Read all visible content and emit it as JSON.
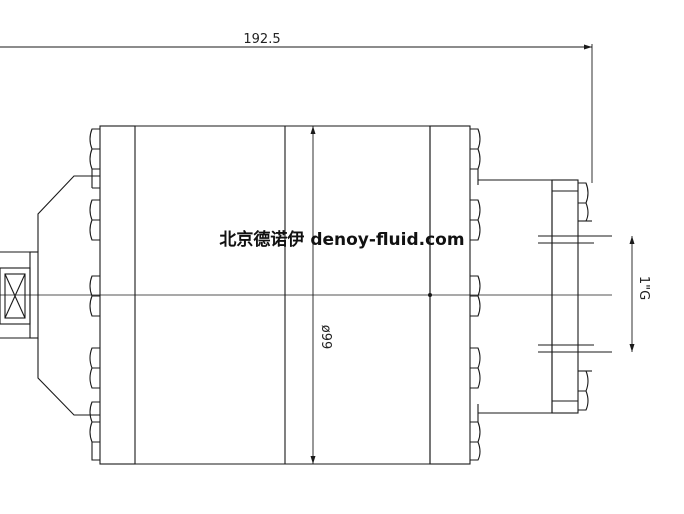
{
  "drawing": {
    "dimensions": {
      "overall_length": "192.5",
      "body_diameter": "ø99",
      "port_thread": "1\"G"
    },
    "watermark": "北京德诺伊 denoy-fluid.com"
  }
}
